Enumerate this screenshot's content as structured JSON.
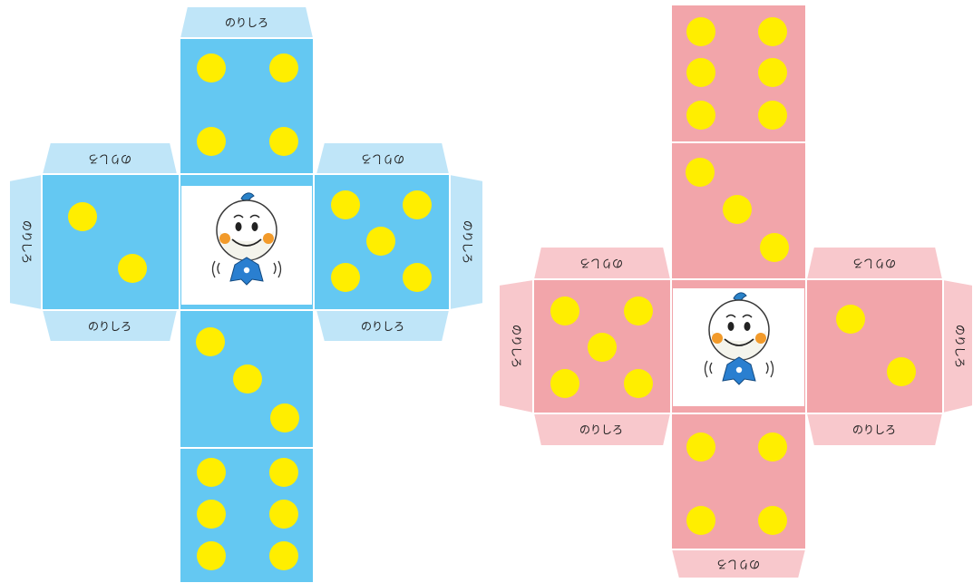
{
  "flap_label": "のりしろ",
  "colors": {
    "blue_face": "#64c8f2",
    "blue_flap": "#bfe5f8",
    "pink_face": "#f2a5aa",
    "pink_flap": "#f8c8cc",
    "pip": "#ffee00"
  },
  "dice": [
    {
      "name": "blue-die-net",
      "color": "blue",
      "faces": [
        {
          "position": "top",
          "pips": 4
        },
        {
          "position": "left",
          "pips": 2
        },
        {
          "position": "center",
          "pips": 1,
          "content": "mascot-character"
        },
        {
          "position": "right",
          "pips": 5
        },
        {
          "position": "below-center",
          "pips": 3
        },
        {
          "position": "bottom",
          "pips": 6
        }
      ]
    },
    {
      "name": "pink-die-net",
      "color": "pink",
      "faces": [
        {
          "position": "top",
          "pips": 6
        },
        {
          "position": "upper-center",
          "pips": 3
        },
        {
          "position": "left",
          "pips": 5
        },
        {
          "position": "center",
          "pips": 1,
          "content": "mascot-character"
        },
        {
          "position": "right",
          "pips": 2
        },
        {
          "position": "bottom",
          "pips": 4
        }
      ]
    }
  ]
}
